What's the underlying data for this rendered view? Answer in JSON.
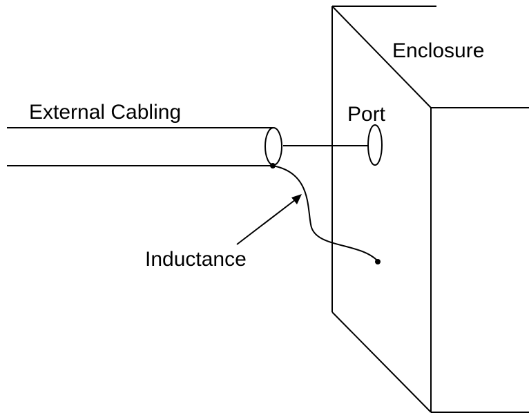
{
  "labels": {
    "enclosure": "Enclosure",
    "external_cabling": "External Cabling",
    "port": "Port",
    "inductance": "Inductance"
  },
  "colors": {
    "stroke": "#000000",
    "background": "#ffffff"
  }
}
